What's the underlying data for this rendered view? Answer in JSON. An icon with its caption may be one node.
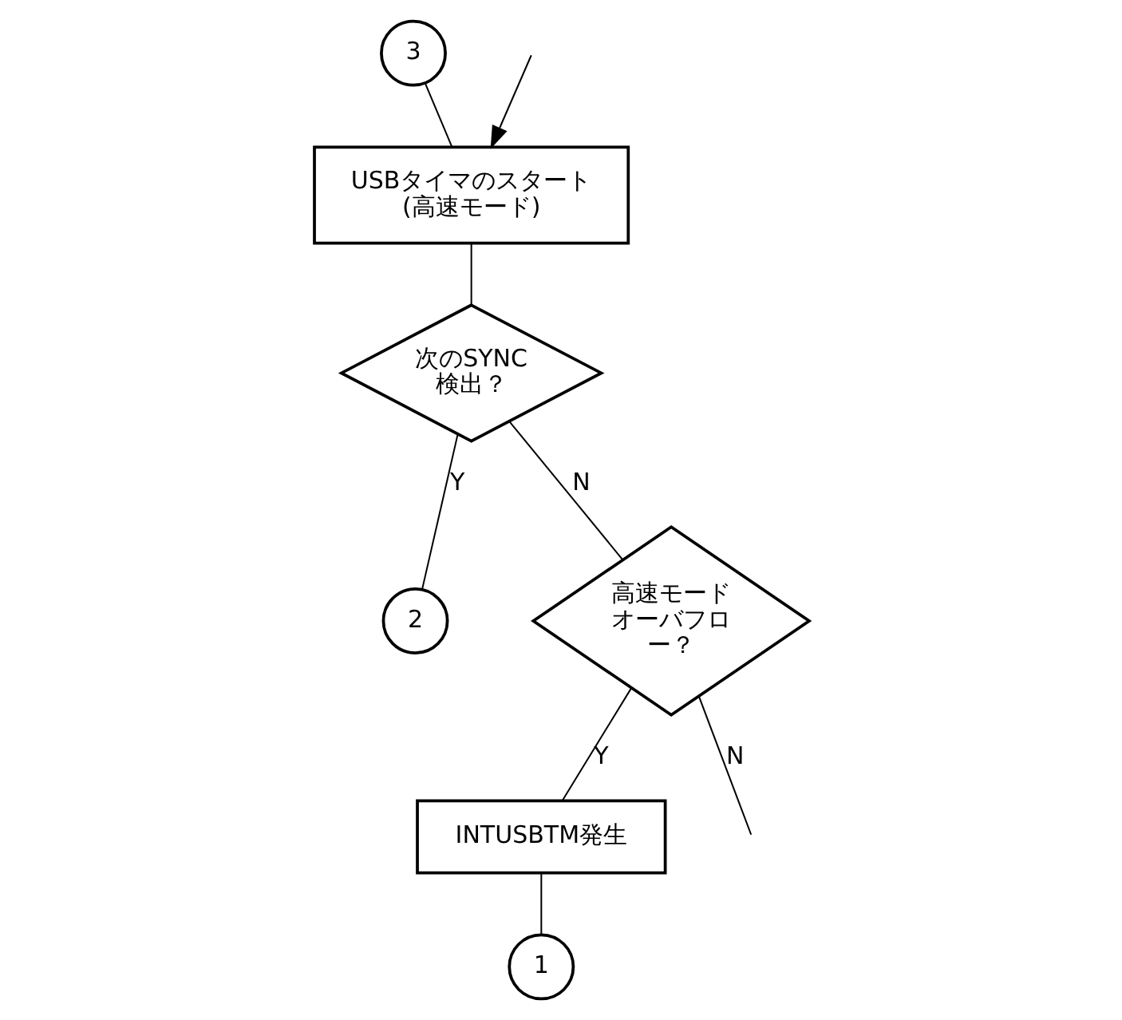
{
  "diagram": {
    "nodes": [
      {
        "text": [
          "3"
        ]
      },
      {
        "text": [
          "USBタイマのスタート(高速モード)"
        ]
      },
      {
        "text": [
          "次のSYNC検出？"
        ]
      },
      {
        "text": [
          "2"
        ]
      },
      {
        "text": [
          "高速モードオーバフロー？"
        ]
      },
      {
        "text": [
          "INTUSBTM発生"
        ]
      },
      {
        "text": [
          "1"
        ]
      }
    ],
    "edges": [
      {
        "from": 0,
        "to": 1,
        "arrow": "none"
      },
      {
        "from": 1,
        "to": 2,
        "arrow": "none"
      },
      {
        "from": 2,
        "to": 3,
        "arrow": "none",
        "label": "Y"
      },
      {
        "from": 2,
        "to": 4,
        "arrow": "none",
        "label": "N"
      },
      {
        "from": 4,
        "to": 5,
        "arrow": "none",
        "label": "Y"
      },
      {
        "from": 4,
        "to": null,
        "arrow": "none",
        "label": "N"
      },
      {
        "from": 5,
        "to": 6,
        "arrow": "none"
      },
      {
        "from": null,
        "to": 1,
        "arrow": "to"
      }
    ]
  }
}
